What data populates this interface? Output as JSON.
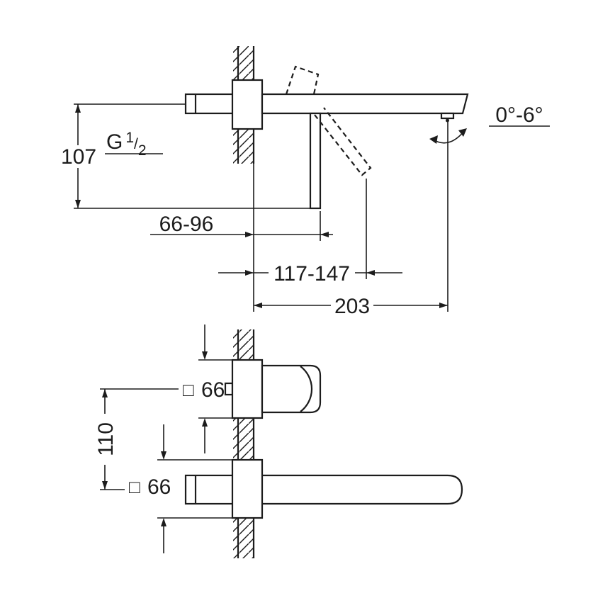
{
  "colors": {
    "line": "#1c1c1c",
    "background": "#ffffff"
  },
  "top_view": {
    "height_dim": "107",
    "thread": {
      "prefix": "G",
      "numerator": "1",
      "slash": "/",
      "denominator": "2"
    },
    "handle_depth_dim": "66-96",
    "lever_reach_dim": "117-147",
    "spout_length_dim": "203",
    "spout_angle_dim": "0°-6°"
  },
  "bottom_view": {
    "handle_plate": {
      "square_symbol": "□",
      "size": "66"
    },
    "spout_plate": {
      "square_symbol": "□",
      "size": "66"
    },
    "center_distance_dim": "110"
  }
}
